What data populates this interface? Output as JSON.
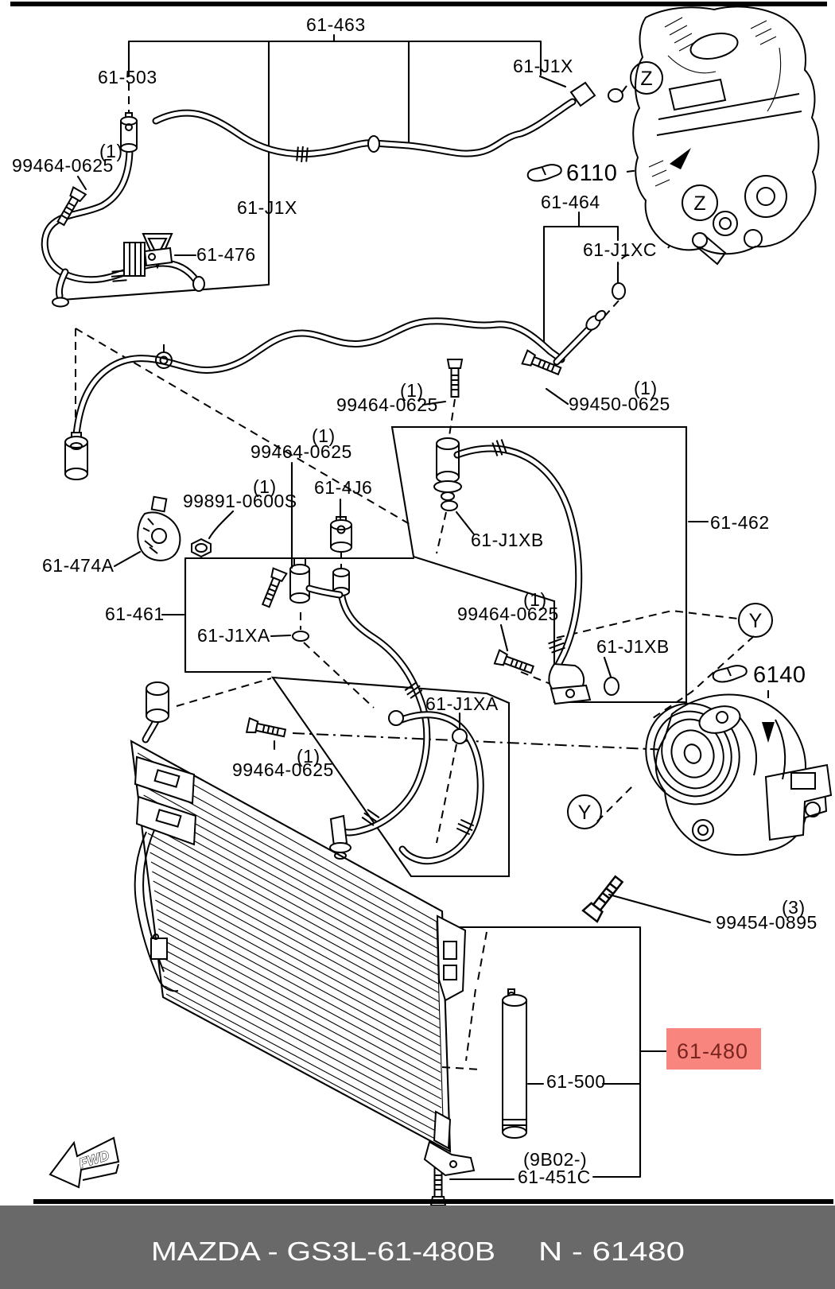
{
  "diagram": {
    "ink": "#000000",
    "labels": {
      "a61463": "61-463",
      "a61503": "61-503",
      "q1a": "(1)",
      "p99464a": "99464-0625",
      "j1x_r": "61-J1X",
      "j1x_l": "61-J1X",
      "a61476": "61-476",
      "s6110": "6110",
      "a61464": "61-464",
      "j1xc": "61-J1XC",
      "q1b": "(1)",
      "p99464b": "99464-0625",
      "q1c": "(1)",
      "p99450": "99450-0625",
      "q1d": "(1)",
      "p99464c": "99464-0625",
      "q1e": "(1)",
      "p99891": "99891-0600S",
      "a614j6": "61-4J6",
      "a61474a": "61-474A",
      "a61461": "61-461",
      "j1xa_a": "61-J1XA",
      "a61462": "61-462",
      "j1xb_a": "61-J1XB",
      "q1f": "(1)",
      "p99464d": "99464-0625",
      "j1xb_b": "61-J1XB",
      "s6140": "6140",
      "q1g": "(1)",
      "p99464e": "99464-0625",
      "j1xa_b": "61-J1XA",
      "q3": "(3)",
      "p99454": "99454-0895",
      "a61480": "61-480",
      "a61500": "61-500",
      "q9b02": "(9B02-)",
      "a61451c": "61-451C"
    },
    "markers": {
      "z": "Z",
      "y": "Y"
    },
    "fwd": "FWD",
    "highlight": {
      "bg": "#F8867E",
      "fg": "#7A2420"
    }
  },
  "footer": {
    "left": "MAZDA - GS3L-61-480B",
    "right": "N - 61480",
    "bg": "#696969",
    "fg": "#FFFFFF"
  }
}
